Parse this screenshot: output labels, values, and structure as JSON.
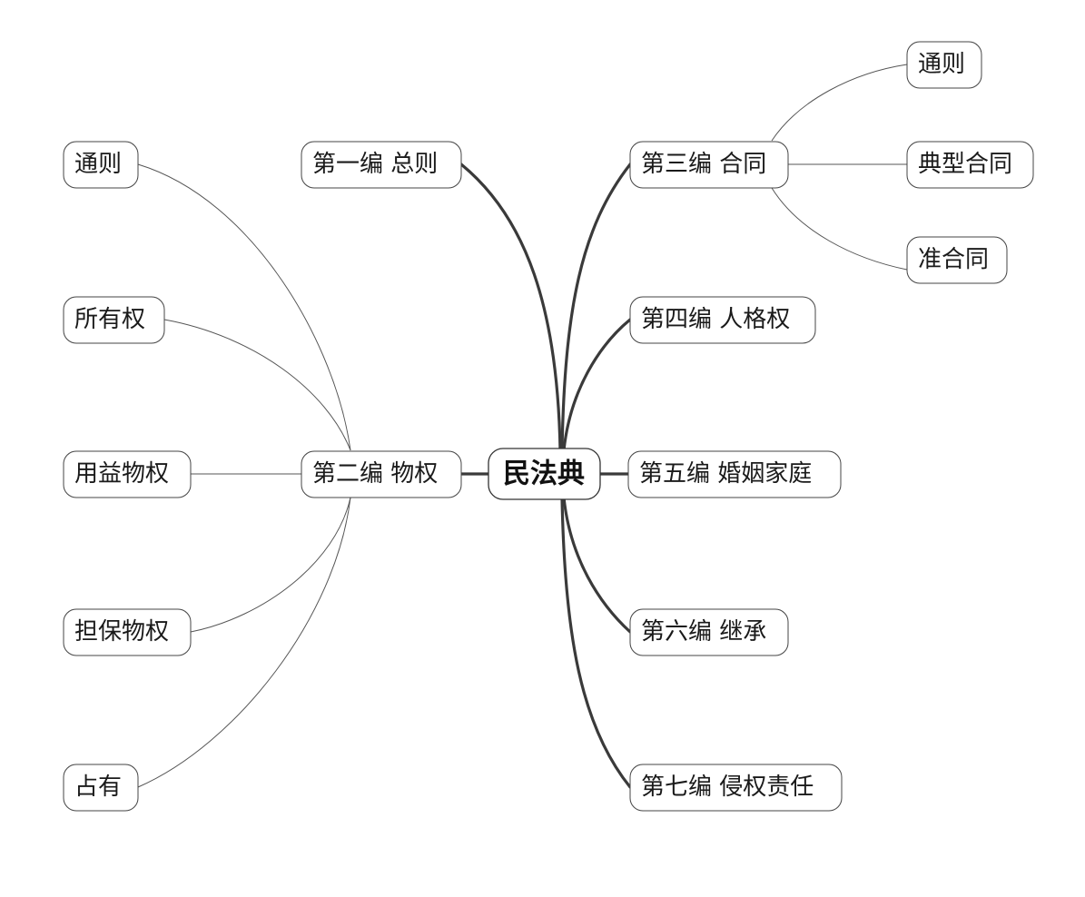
{
  "root": {
    "label": "民法典"
  },
  "books": [
    {
      "id": "b1",
      "label": "第一编 总则"
    },
    {
      "id": "b2",
      "label": "第二编 物权"
    },
    {
      "id": "b3",
      "label": "第三编 合同"
    },
    {
      "id": "b4",
      "label": "第四编 人格权"
    },
    {
      "id": "b5",
      "label": "第五编 婚姻家庭"
    },
    {
      "id": "b6",
      "label": "第六编 继承"
    },
    {
      "id": "b7",
      "label": "第七编 侵权责任"
    }
  ],
  "property_children": [
    {
      "id": "p1",
      "label": "通则"
    },
    {
      "id": "p2",
      "label": "所有权"
    },
    {
      "id": "p3",
      "label": "用益物权"
    },
    {
      "id": "p4",
      "label": "担保物权"
    },
    {
      "id": "p5",
      "label": "占有"
    }
  ],
  "contract_children": [
    {
      "id": "c1",
      "label": "通则"
    },
    {
      "id": "c2",
      "label": "典型合同"
    },
    {
      "id": "c3",
      "label": "准合同"
    }
  ],
  "colors": {
    "node_border": "#444444",
    "main_edge": "#3a3a3a",
    "sub_edge": "#555555",
    "text": "#1a1a1a"
  }
}
